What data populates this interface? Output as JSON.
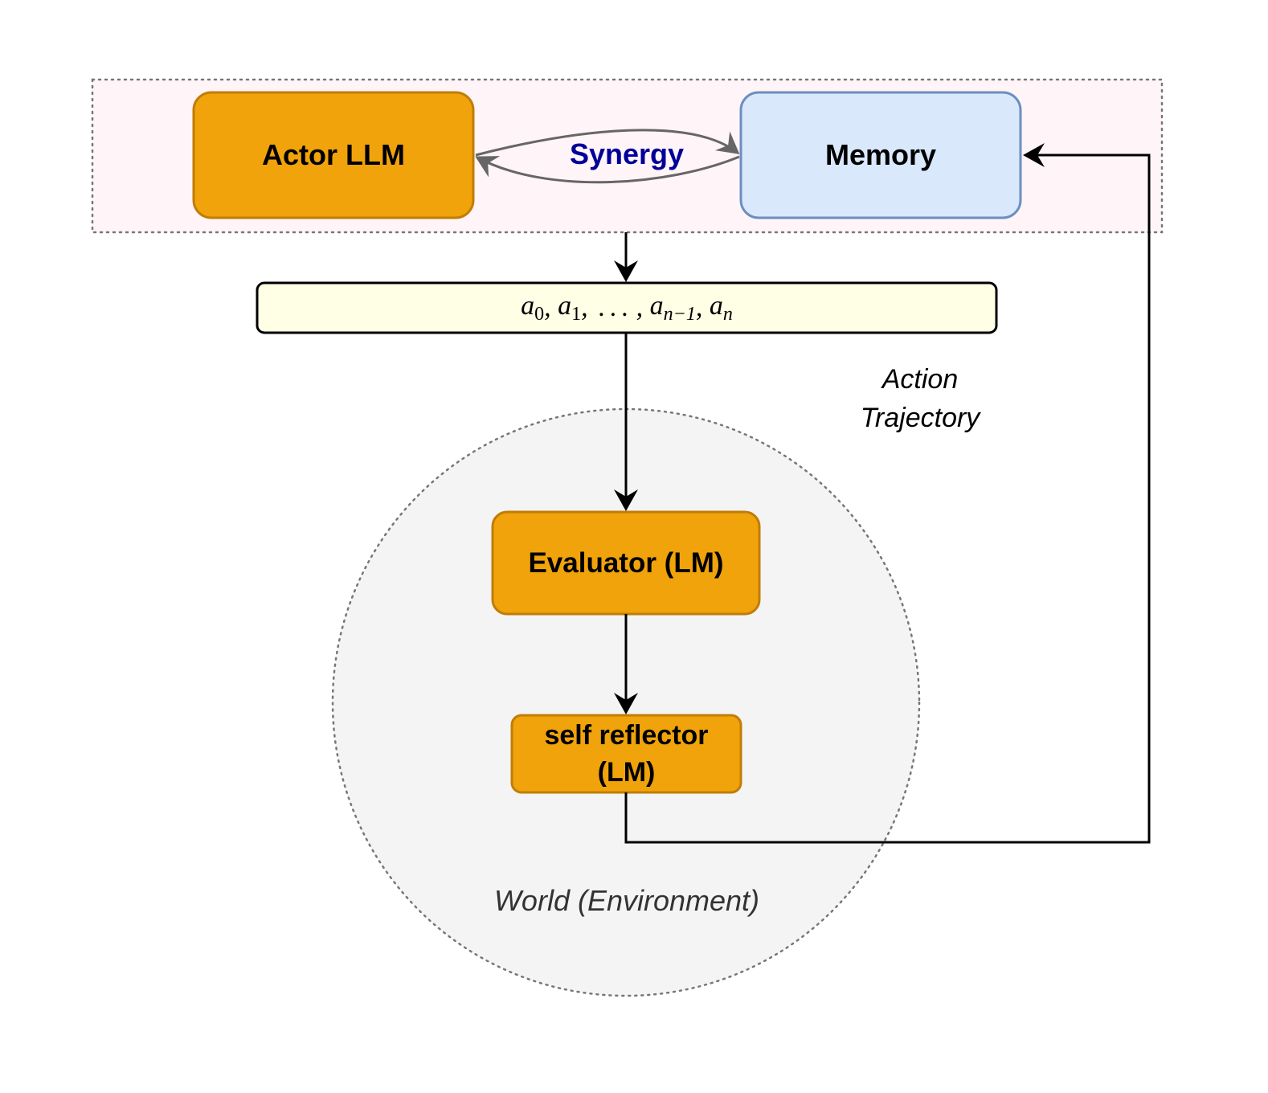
{
  "nodes": {
    "actor": {
      "label": "Actor LLM"
    },
    "memory": {
      "label": "Memory"
    },
    "evaluator": {
      "label": "Evaluator (LM)"
    },
    "reflector": {
      "label_line1": "self reflector",
      "label_line2": "(LM)"
    }
  },
  "edges": {
    "synergy_label": "Synergy",
    "trajectory_label_line1": "Action",
    "trajectory_label_line2": "Trajectory"
  },
  "trajectory": {
    "symbol": "a",
    "items": [
      {
        "sub": "0",
        "sub_italic": false
      },
      {
        "sub": "1",
        "sub_italic": false
      },
      {
        "sub": "n−1",
        "sub_italic": true
      },
      {
        "sub": "n",
        "sub_italic": true
      }
    ],
    "ellipsis": "..."
  },
  "environment": {
    "label": "World (Environment)"
  },
  "colors": {
    "orange_fill": "#F0A30A",
    "orange_stroke": "#C07D07",
    "blue_fill": "#DAE8FC",
    "blue_stroke": "#6C8EBF",
    "pink_bg": "#FFF4F7",
    "yellow_fill": "#FFFFE6",
    "gray_bg": "#F4F4F4",
    "synergy_text": "#000099",
    "arrow_gray": "#666666"
  }
}
